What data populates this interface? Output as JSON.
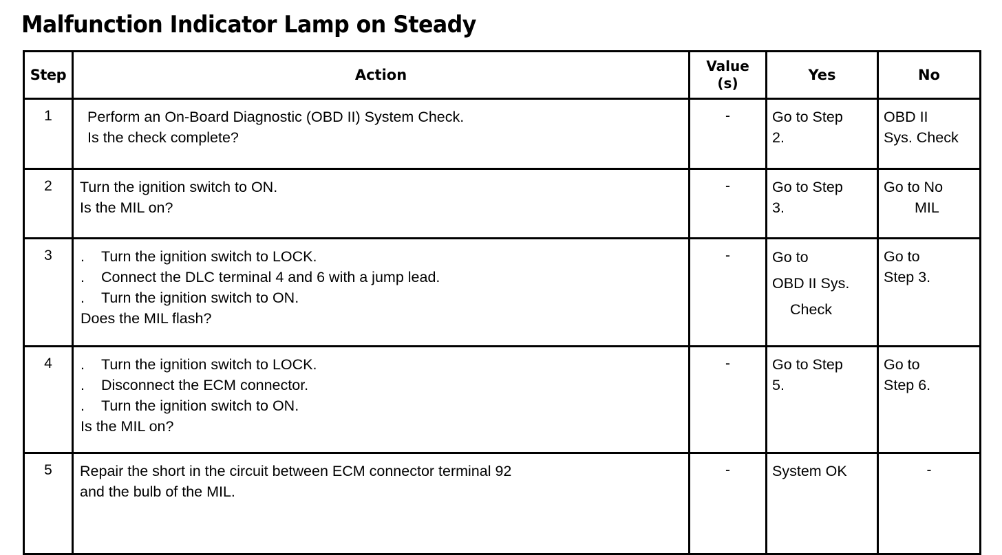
{
  "document": {
    "title": "Malfunction Indicator Lamp on Steady"
  },
  "table": {
    "headers": {
      "step": "Step",
      "action": "Action",
      "value_line1": "Value",
      "value_line2": "(s)",
      "yes": "Yes",
      "no": "No"
    },
    "rows": [
      {
        "step": "1",
        "action_lines": [
          "Perform an On-Board Diagnostic (OBD II) System Check.",
          "Is the check complete?"
        ],
        "value": "-",
        "yes_lines": [
          "Go to Step",
          "2."
        ],
        "no_lines": [
          "OBD II",
          "Sys. Check"
        ]
      },
      {
        "step": "2",
        "action_lines": [
          "Turn the ignition switch to ON.",
          "Is the MIL on?"
        ],
        "value": "-",
        "yes_lines": [
          "Go to Step",
          "3."
        ],
        "no_lines": [
          "Go to No",
          "MIL"
        ]
      },
      {
        "step": "3",
        "bullets": [
          "Turn the ignition switch to LOCK.",
          "Connect the DLC terminal 4 and 6 with a jump lead.",
          "Turn the ignition switch to ON."
        ],
        "bullet_marker": ".",
        "question": "Does the MIL flash?",
        "value": "-",
        "yes_lines": [
          "Go to",
          "OBD II Sys.",
          "Check"
        ],
        "no_lines": [
          "Go to",
          "Step 3."
        ]
      },
      {
        "step": "4",
        "bullets": [
          "Turn the ignition switch to LOCK.",
          "Disconnect the ECM connector.",
          "Turn the ignition switch to ON."
        ],
        "bullet_marker": ".",
        "question": "Is the MIL on?",
        "value": "-",
        "yes_lines": [
          "Go to Step",
          "5."
        ],
        "no_lines": [
          "Go to",
          "Step 6."
        ]
      },
      {
        "step": "5",
        "action_lines": [
          "Repair the short in the circuit between ECM connector terminal 92",
          "and the bulb of the MIL."
        ],
        "value": "-",
        "yes_lines": [
          "System OK"
        ],
        "no_lines": [
          "-"
        ]
      }
    ]
  },
  "colors": {
    "ink": "#000000",
    "paper": "#ffffff"
  }
}
